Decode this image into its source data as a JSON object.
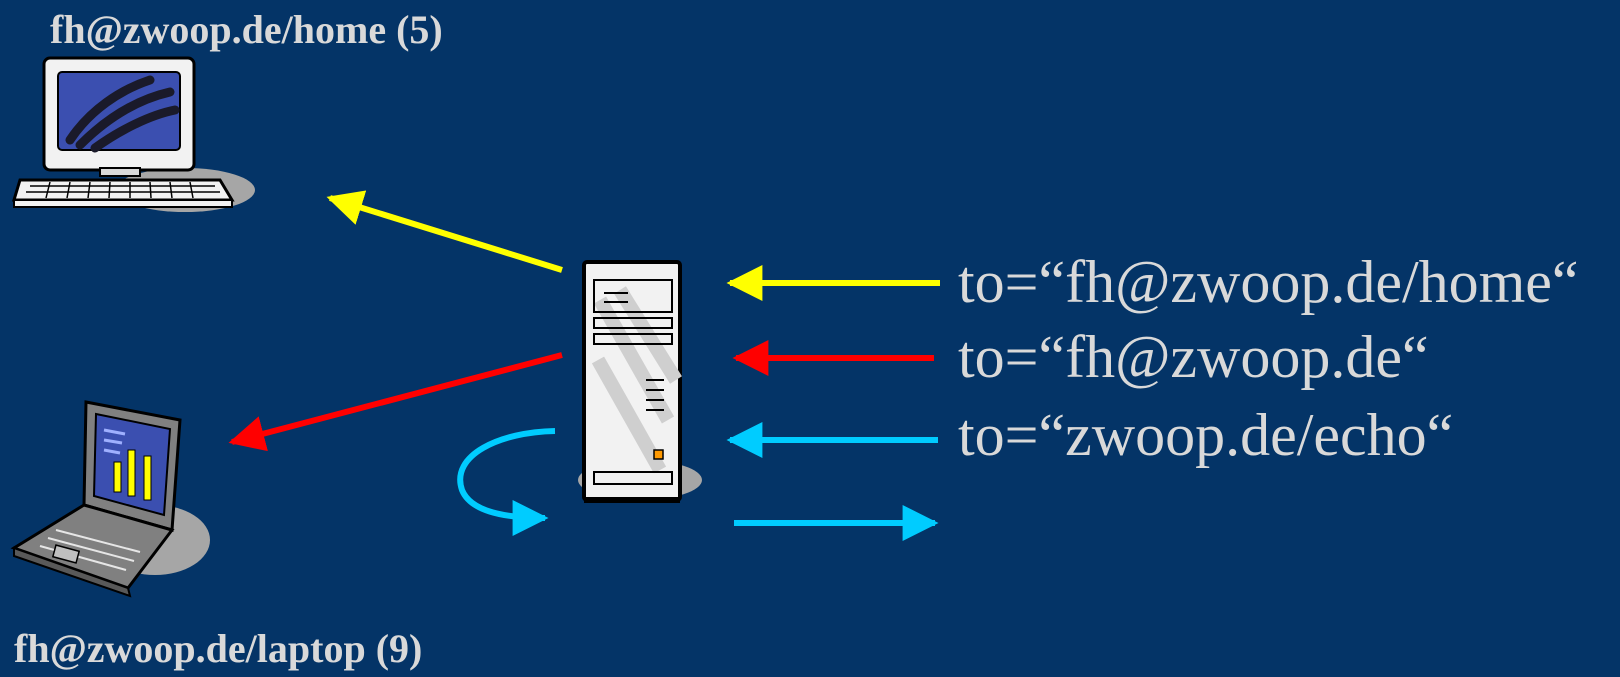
{
  "nodes": {
    "home": {
      "label": "fh@zwoop.de/home (5)"
    },
    "laptop": {
      "label": "fh@zwoop.de/laptop (9)"
    }
  },
  "messages": [
    {
      "label": "to=“fh@zwoop.de/home“",
      "color": "#ffff00"
    },
    {
      "label": "to=“fh@zwoop.de“",
      "color": "#ff0000"
    },
    {
      "label": "to=“zwoop.de/echo“",
      "color": "#00ccff"
    }
  ],
  "colors": {
    "background": "#043467",
    "label_text": "#d9d9d9",
    "home_route": "#ffff00",
    "bare_route": "#ff0000",
    "echo_route": "#00ccff"
  },
  "icons": {
    "home": "desktop-computer-icon",
    "laptop": "laptop-computer-icon",
    "server": "server-tower-icon"
  }
}
